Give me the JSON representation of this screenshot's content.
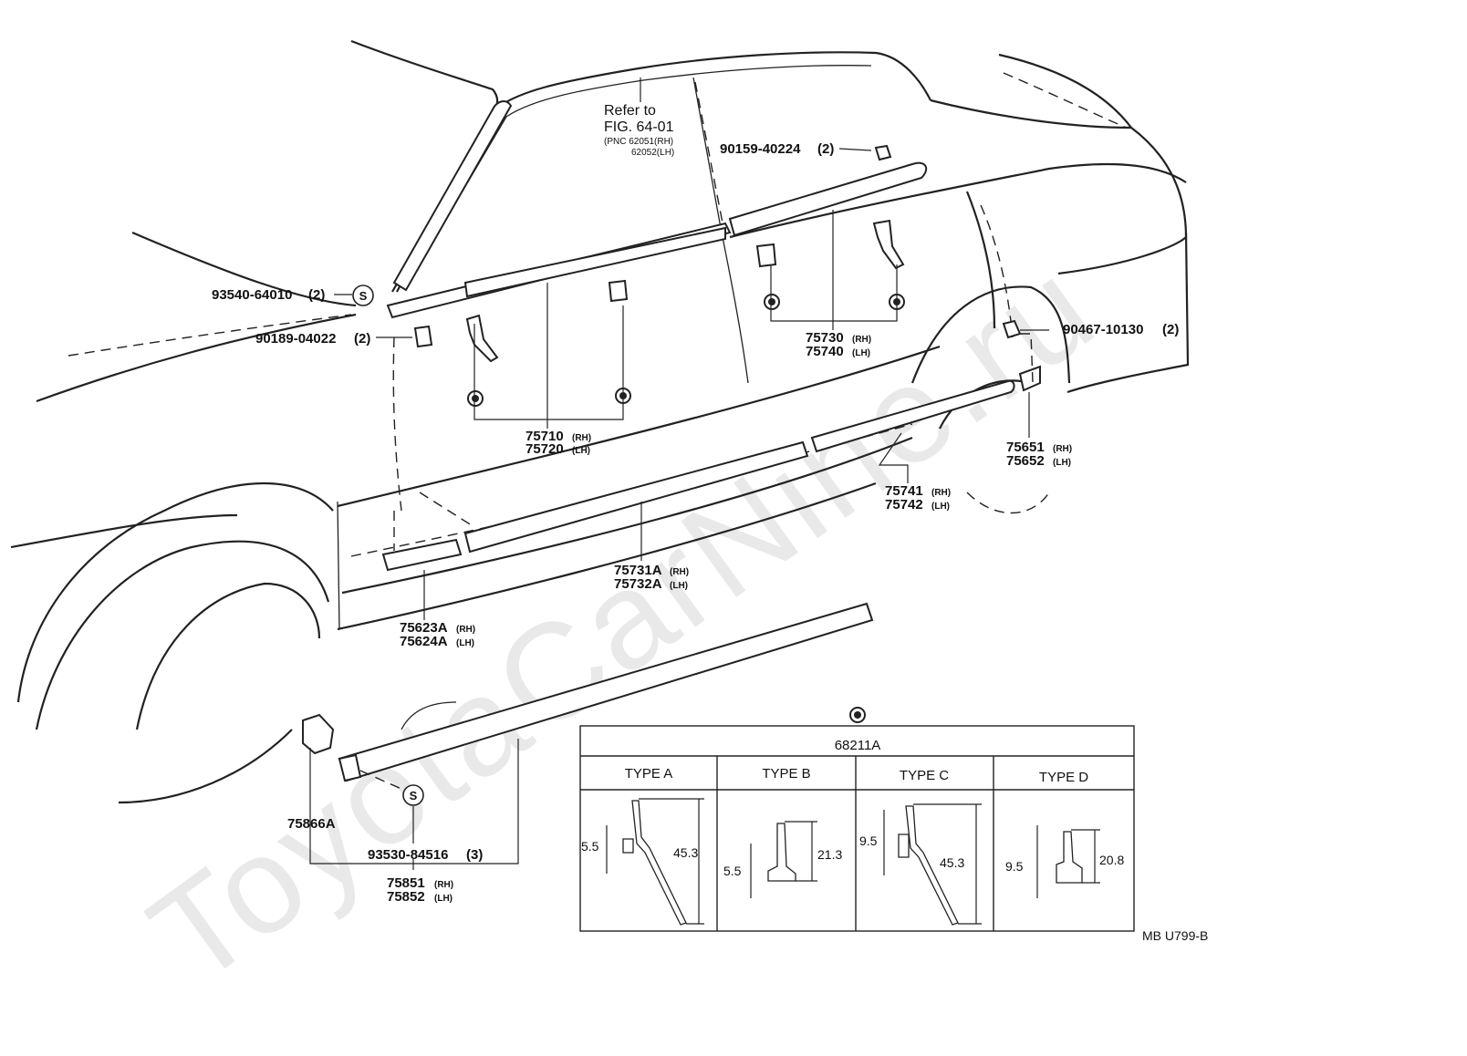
{
  "watermark": "ToyotaCarNine.ru",
  "reference": {
    "line1": "Refer to",
    "line2": "FIG. 64-01",
    "line3": "(PNC 62051(RH)",
    "line4": "62052(LH)"
  },
  "parts": [
    {
      "id": "93540-64010",
      "qty": "(2)"
    },
    {
      "id": "90189-04022",
      "qty": "(2)"
    },
    {
      "id": "90159-40224",
      "qty": "(2)"
    },
    {
      "id": "90467-10130",
      "qty": "(2)"
    },
    {
      "id": "93530-84516",
      "qty": "(3)"
    },
    {
      "id": "75866A",
      "qty": ""
    }
  ],
  "pairs": [
    {
      "rh": "75710",
      "lh": "75720"
    },
    {
      "rh": "75730",
      "lh": "75740"
    },
    {
      "rh": "75651",
      "lh": "75652"
    },
    {
      "rh": "75741",
      "lh": "75742"
    },
    {
      "rh": "75731A",
      "lh": "75732A"
    },
    {
      "rh": "75623A",
      "lh": "75624A"
    },
    {
      "rh": "75851",
      "lh": "75852"
    }
  ],
  "side_tags": {
    "rh": "(RH)",
    "lh": "(LH)"
  },
  "symbol_s": "S",
  "clip_table": {
    "title": "68211A",
    "types": [
      {
        "label": "TYPE A",
        "dim_small": "5.5",
        "dim_large": "45.3"
      },
      {
        "label": "TYPE B",
        "dim_small": "5.5",
        "dim_large": "21.3"
      },
      {
        "label": "TYPE C",
        "dim_small": "9.5",
        "dim_large": "45.3"
      },
      {
        "label": "TYPE D",
        "dim_small": "9.5",
        "dim_large": "20.8"
      }
    ]
  },
  "figure_code": "MB U799-B"
}
